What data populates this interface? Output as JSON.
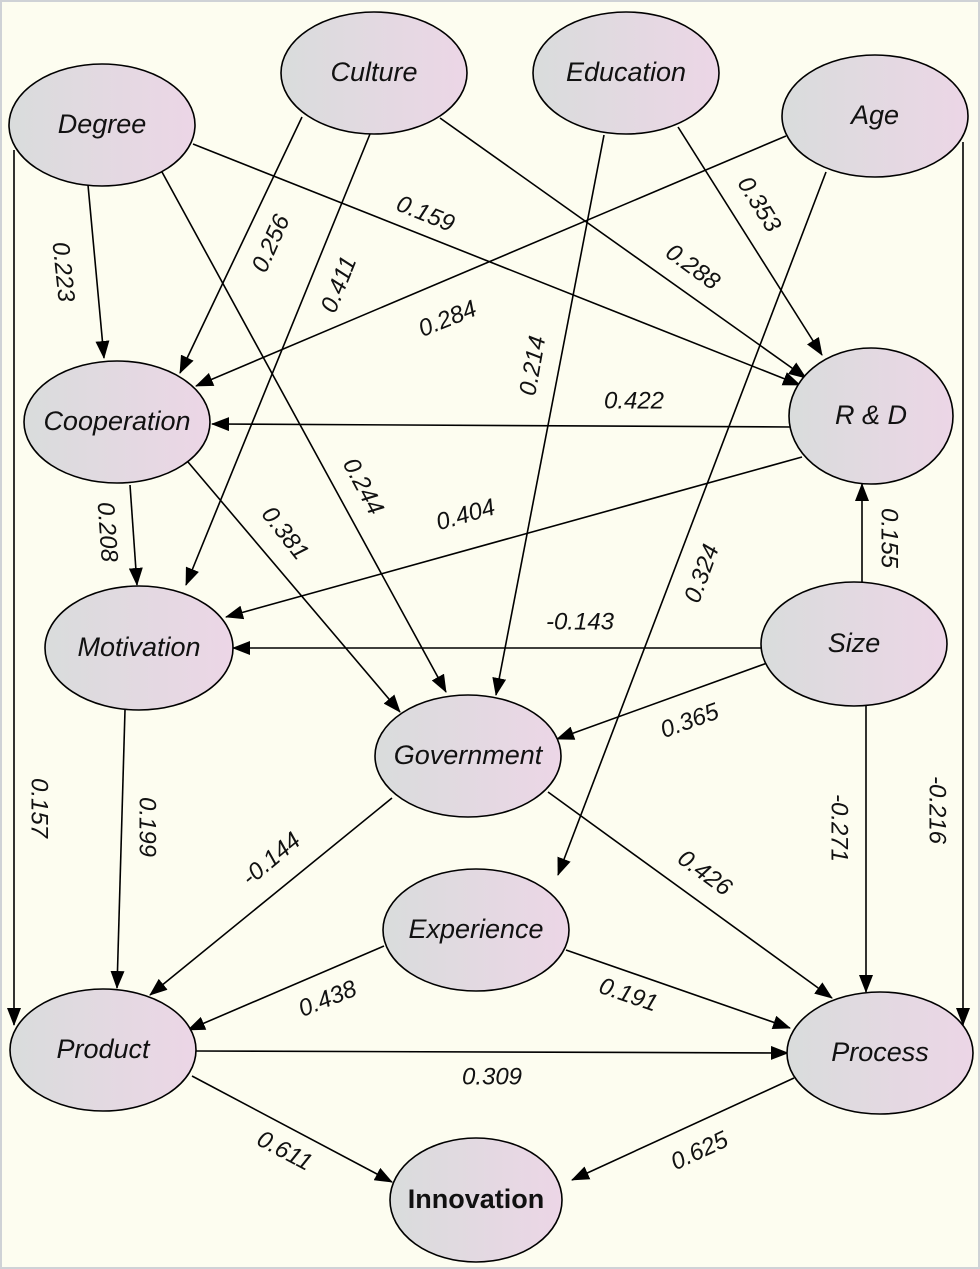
{
  "diagram": {
    "nodes": {
      "degree": {
        "label": "Degree"
      },
      "culture": {
        "label": "Culture"
      },
      "education": {
        "label": "Education"
      },
      "age": {
        "label": "Age"
      },
      "cooperation": {
        "label": "Cooperation"
      },
      "rd": {
        "label": "R & D"
      },
      "motivation": {
        "label": "Motivation"
      },
      "size": {
        "label": "Size"
      },
      "government": {
        "label": "Government"
      },
      "experience": {
        "label": "Experience"
      },
      "product": {
        "label": "Product"
      },
      "process": {
        "label": "Process"
      },
      "innovation": {
        "label": "Innovation"
      }
    },
    "edges": [
      {
        "from": "Degree",
        "to": "Cooperation",
        "coef": "0.223"
      },
      {
        "from": "Degree",
        "to": "R & D",
        "coef": "0.159"
      },
      {
        "from": "Degree",
        "to": "Government",
        "coef": "0.244"
      },
      {
        "from": "Degree",
        "to": "Product",
        "coef": "0.157"
      },
      {
        "from": "Culture",
        "to": "Cooperation",
        "coef": "0.256"
      },
      {
        "from": "Culture",
        "to": "Motivation",
        "coef": "0.411"
      },
      {
        "from": "Culture",
        "to": "R & D",
        "coef": "0.288"
      },
      {
        "from": "Education",
        "to": "R & D",
        "coef": "0.353"
      },
      {
        "from": "Education",
        "to": "Government",
        "coef": "0.214"
      },
      {
        "from": "Age",
        "to": "Cooperation",
        "coef": "0.284"
      },
      {
        "from": "Age",
        "to": "Experience",
        "coef": "0.324"
      },
      {
        "from": "Age",
        "to": "Process",
        "coef": "-0.216"
      },
      {
        "from": "R & D",
        "to": "Cooperation",
        "coef": "0.422"
      },
      {
        "from": "R & D",
        "to": "Motivation",
        "coef": "0.404"
      },
      {
        "from": "Cooperation",
        "to": "Motivation",
        "coef": "0.208"
      },
      {
        "from": "Cooperation",
        "to": "Government",
        "coef": "0.381"
      },
      {
        "from": "Size",
        "to": "R & D",
        "coef": "0.155"
      },
      {
        "from": "Size",
        "to": "Motivation",
        "coef": "-0.143"
      },
      {
        "from": "Size",
        "to": "Government",
        "coef": "0.365"
      },
      {
        "from": "Size",
        "to": "Process",
        "coef": "-0.271"
      },
      {
        "from": "Motivation",
        "to": "Product",
        "coef": "0.199"
      },
      {
        "from": "Government",
        "to": "Product",
        "coef": "-0.144"
      },
      {
        "from": "Government",
        "to": "Process",
        "coef": "0.426"
      },
      {
        "from": "Experience",
        "to": "Product",
        "coef": "0.438"
      },
      {
        "from": "Experience",
        "to": "Process",
        "coef": "0.191"
      },
      {
        "from": "Product",
        "to": "Process",
        "coef": "0.309"
      },
      {
        "from": "Product",
        "to": "Innovation",
        "coef": "0.611"
      },
      {
        "from": "Process",
        "to": "Innovation",
        "coef": "0.625"
      }
    ],
    "colors": {
      "background": "#fdfdf0",
      "node_fill_left": "#d9dcdc",
      "node_fill_right": "#ecd6e6",
      "stroke": "#000000"
    }
  }
}
